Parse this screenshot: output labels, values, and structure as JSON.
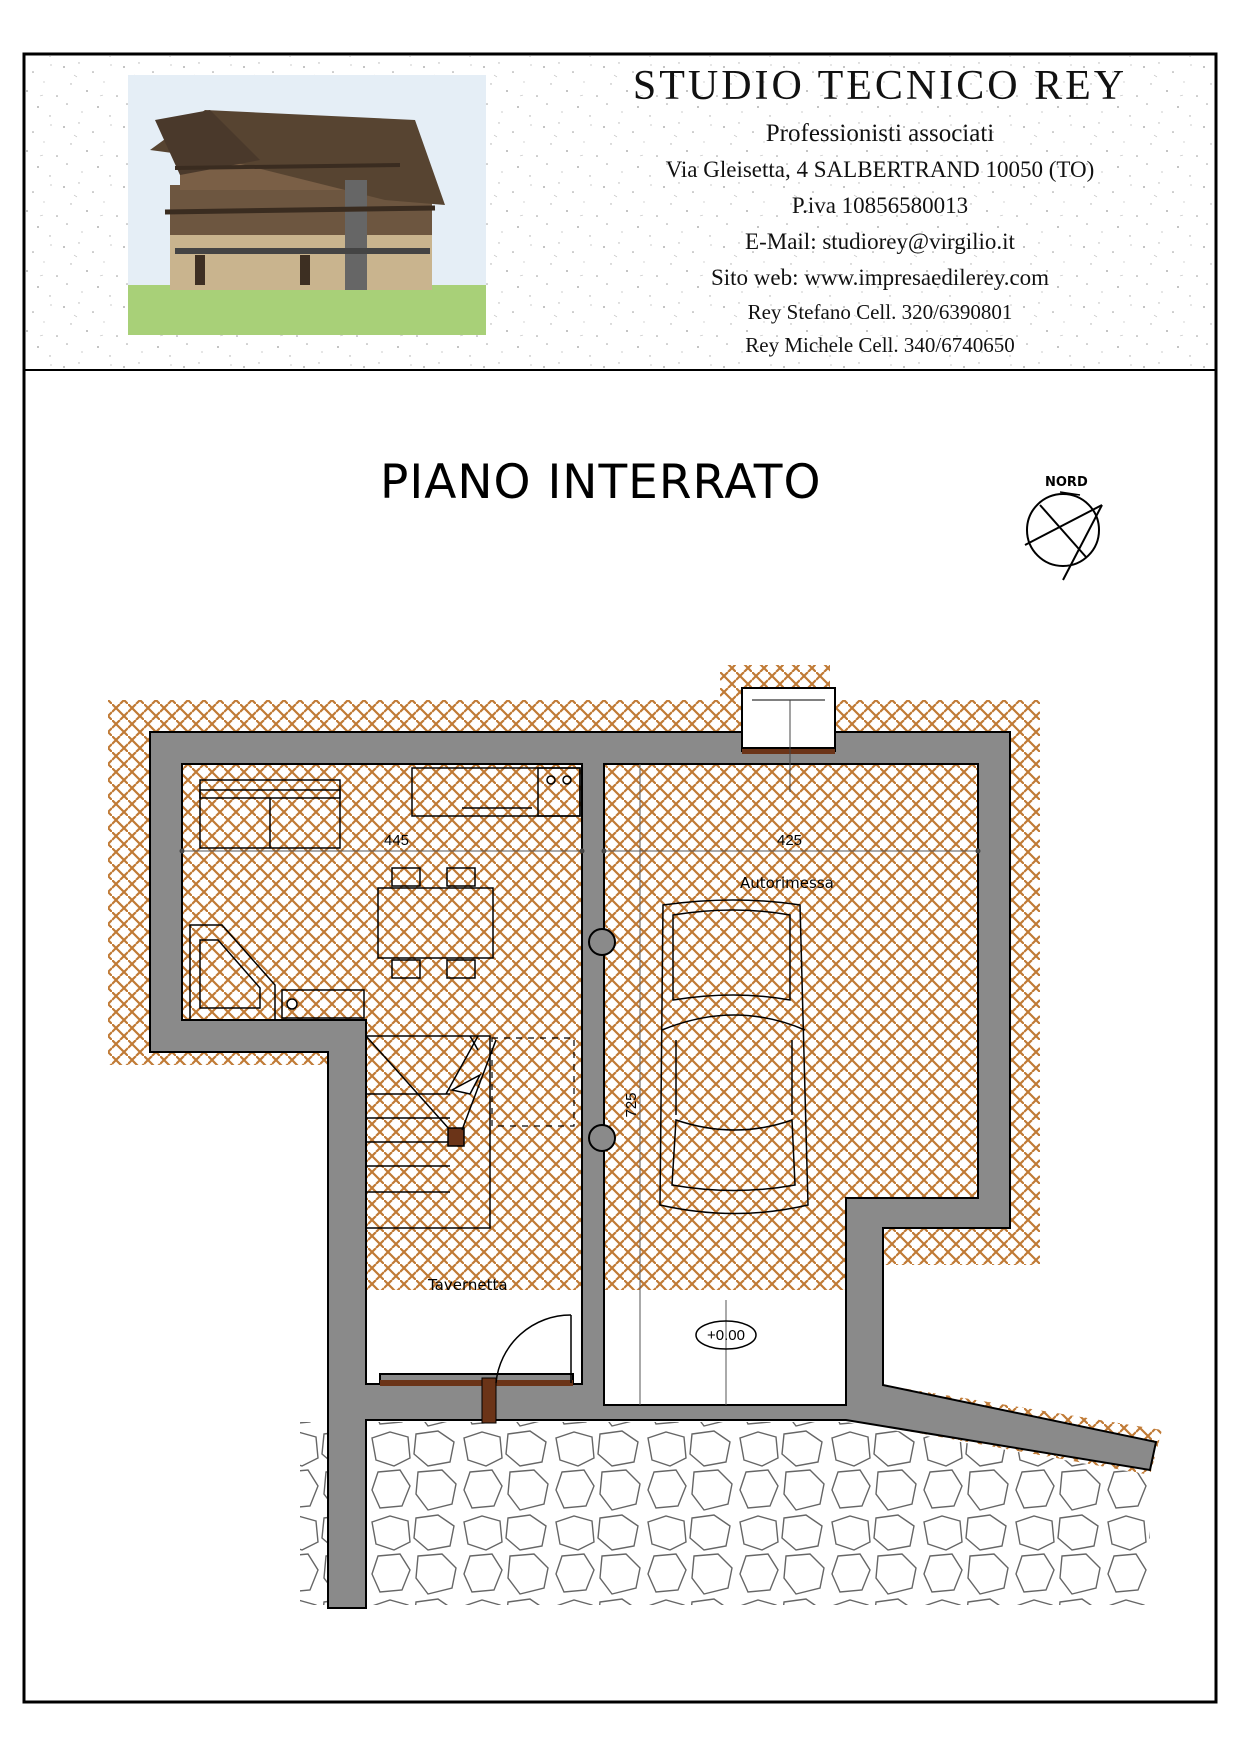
{
  "header": {
    "studio_name": "STUDIO  TECNICO  REY",
    "subtitle": "Professionisti associati",
    "address": "Via  Gleisetta,  4  SALBERTRAND 10050 (TO)",
    "vat": "P.iva 10856580013",
    "email": "E-Mail: studiorey@virgilio.it",
    "website": "Sito web: www.impresaedilerey.com",
    "contacts": [
      "Rey Stefano Cell. 320/6390801",
      "Rey Michele Cell. 340/6740650"
    ]
  },
  "plan": {
    "title": "PIANO INTERRATO",
    "north_label": "NORD",
    "rooms": {
      "left": "Tavernetta",
      "right": "Autorimessa"
    },
    "dimensions": {
      "left_width": "445",
      "right_width": "425",
      "depth": "725"
    },
    "level_tag": "+0.00"
  },
  "colors": {
    "wall": "#8a8a8a",
    "earth_hatch": "#c07a35",
    "door_brown": "#6b3418",
    "border": "#000000"
  }
}
